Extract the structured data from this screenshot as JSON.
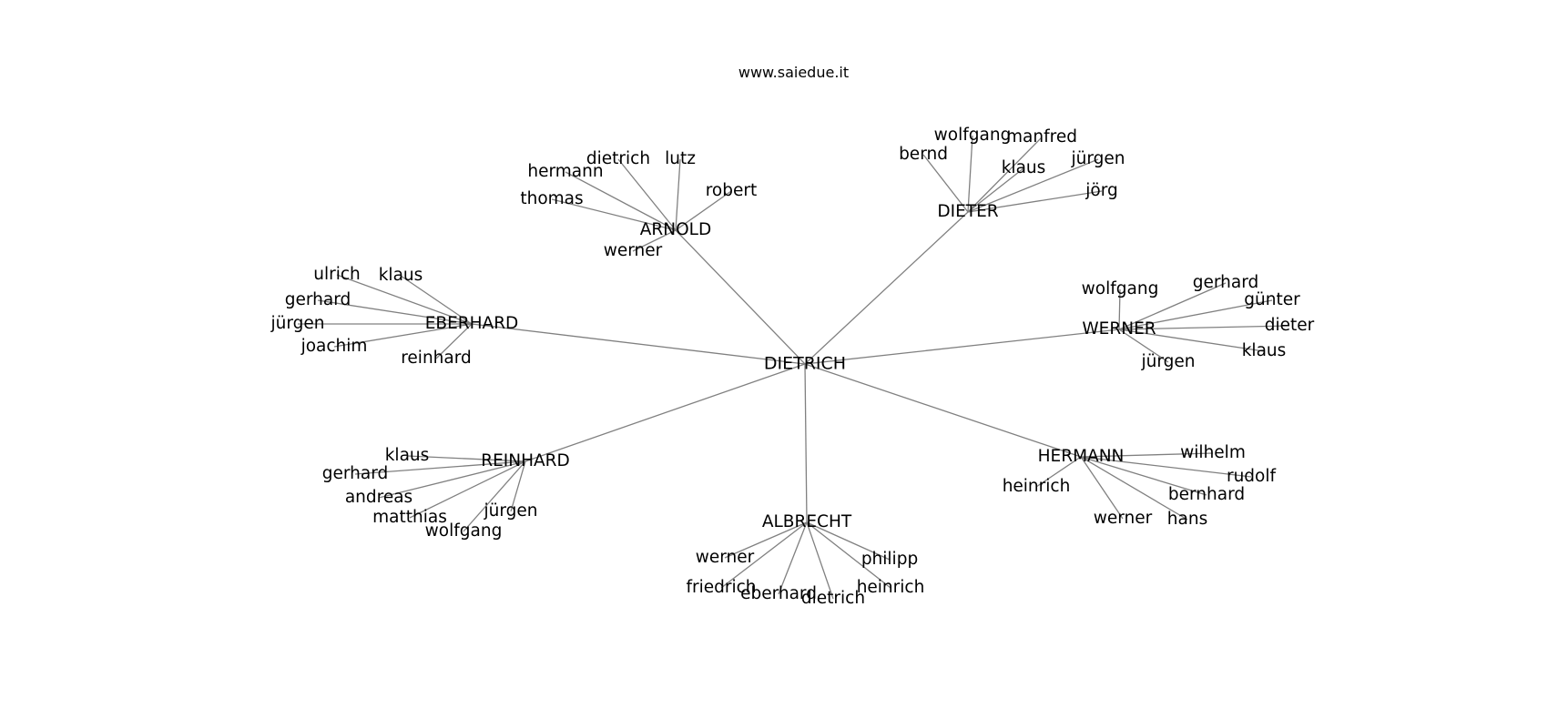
{
  "caption": "www.saiedue.it",
  "colors": {
    "edge": "#808080",
    "text": "#000000",
    "background": "#ffffff"
  },
  "root": {
    "name": "DIETRICH",
    "children": [
      {
        "name": "ARNOLD",
        "children": [
          "dietrich",
          "lutz",
          "hermann",
          "robert",
          "thomas",
          "werner"
        ]
      },
      {
        "name": "DIETER",
        "children": [
          "wolfgang",
          "manfred",
          "bernd",
          "jürgen",
          "klaus",
          "jörg"
        ]
      },
      {
        "name": "EBERHARD",
        "children": [
          "ulrich",
          "klaus",
          "gerhard",
          "jürgen",
          "joachim",
          "reinhard"
        ]
      },
      {
        "name": "WERNER",
        "children": [
          "wolfgang",
          "gerhard",
          "günter",
          "dieter",
          "klaus",
          "jürgen"
        ]
      },
      {
        "name": "REINHARD",
        "children": [
          "klaus",
          "gerhard",
          "andreas",
          "matthias",
          "jürgen",
          "wolfgang"
        ]
      },
      {
        "name": "HERMANN",
        "children": [
          "wilhelm",
          "rudolf",
          "heinrich",
          "bernhard",
          "werner",
          "hans"
        ]
      },
      {
        "name": "ALBRECHT",
        "children": [
          "werner",
          "philipp",
          "friedrich",
          "heinrich",
          "eberhard",
          "dietrich"
        ]
      }
    ]
  }
}
